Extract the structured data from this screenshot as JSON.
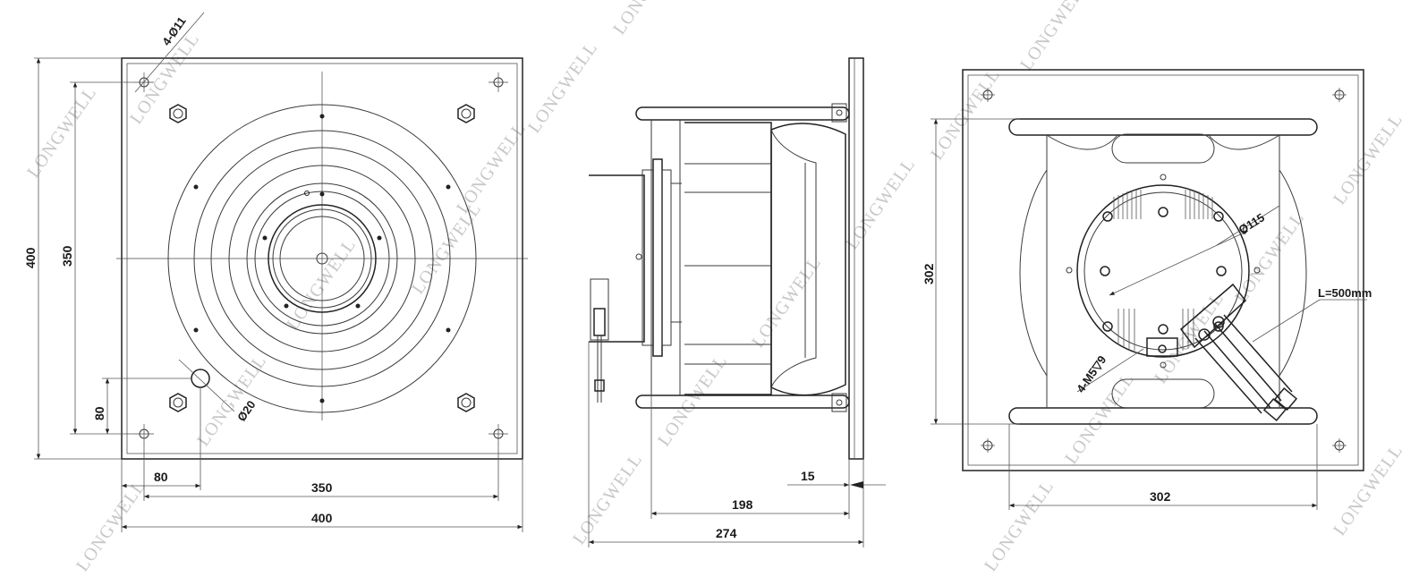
{
  "watermark": {
    "text": "LONGWELL",
    "color": "#c8c8c8"
  },
  "front_view": {
    "dim_holes": "4-Ø11",
    "dim_height_outer": "400",
    "dim_height_inner": "350",
    "dim_bottom_offset": "80",
    "dim_hole_dia": "Ø20",
    "dim_left_offset": "80",
    "dim_width_inner": "350",
    "dim_width_outer": "400"
  },
  "side_view": {
    "dim_flange": "15",
    "dim_depth_inner": "198",
    "dim_depth_total": "274"
  },
  "rear_view": {
    "dim_motor_dia": "Ø115",
    "dim_cable": "L=500mm",
    "dim_threads": "4-M5▽9",
    "dim_height": "302",
    "dim_width": "302"
  }
}
